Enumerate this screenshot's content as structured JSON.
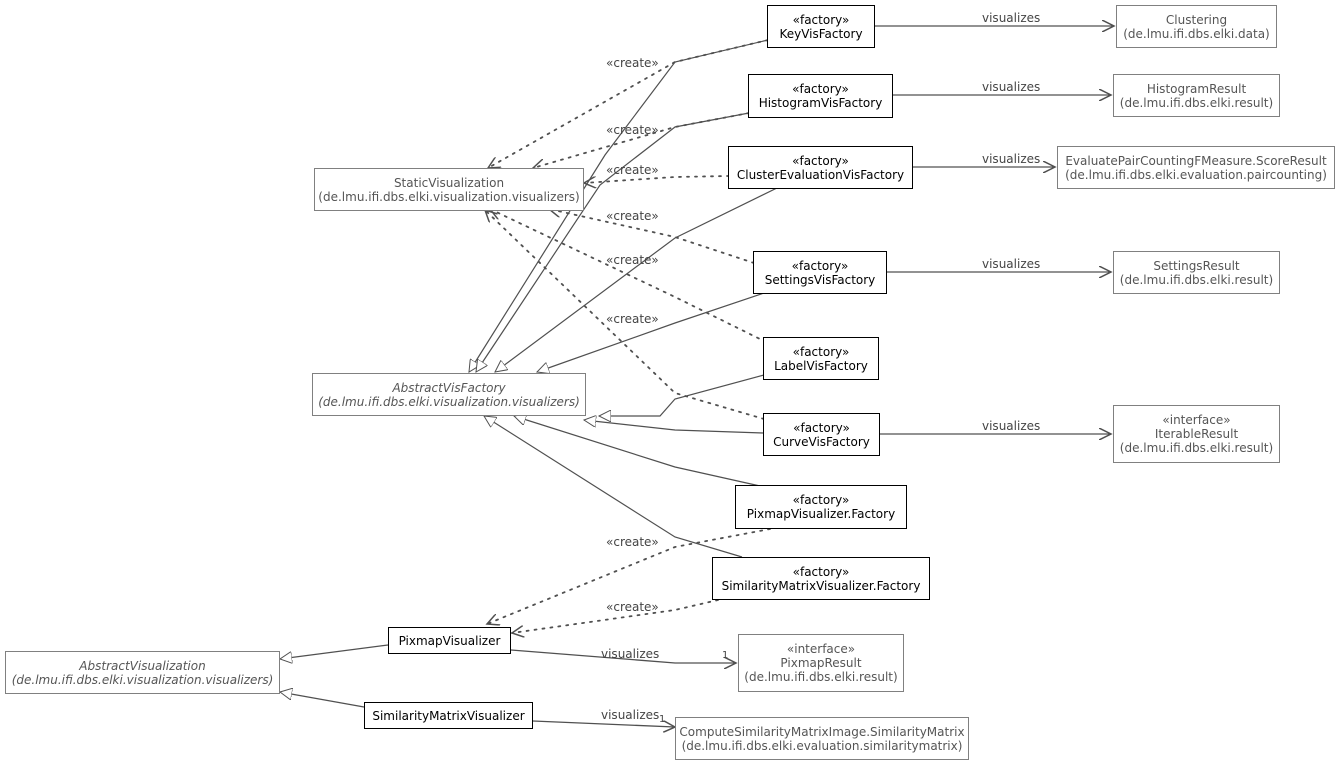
{
  "nodes": {
    "keyvis": {
      "stereotype": "«factory»",
      "name": "KeyVisFactory"
    },
    "histvis": {
      "stereotype": "«factory»",
      "name": "HistogramVisFactory"
    },
    "clusteval": {
      "stereotype": "«factory»",
      "name": "ClusterEvaluationVisFactory"
    },
    "settingsvis": {
      "stereotype": "«factory»",
      "name": "SettingsVisFactory"
    },
    "labelvis": {
      "stereotype": "«factory»",
      "name": "LabelVisFactory"
    },
    "curvevis": {
      "stereotype": "«factory»",
      "name": "CurveVisFactory"
    },
    "pixmapfactory": {
      "stereotype": "«factory»",
      "name": "PixmapVisualizer.Factory"
    },
    "simfactory": {
      "stereotype": "«factory»",
      "name": "SimilarityMatrixVisualizer.Factory"
    },
    "clustering": {
      "name": "Clustering",
      "package": "(de.lmu.ifi.dbs.elki.data)"
    },
    "histresult": {
      "name": "HistogramResult",
      "package": "(de.lmu.ifi.dbs.elki.result)"
    },
    "scoreresult": {
      "name": "EvaluatePairCountingFMeasure.ScoreResult",
      "package": "(de.lmu.ifi.dbs.elki.evaluation.paircounting)"
    },
    "settingsresult": {
      "name": "SettingsResult",
      "package": "(de.lmu.ifi.dbs.elki.result)"
    },
    "iterable": {
      "stereotype": "«interface»",
      "name": "IterableResult",
      "package": "(de.lmu.ifi.dbs.elki.result)"
    },
    "staticvis": {
      "name": "StaticVisualization",
      "package": "(de.lmu.ifi.dbs.elki.visualization.visualizers)"
    },
    "abstractvisfactory": {
      "name": "AbstractVisFactory",
      "package": "(de.lmu.ifi.dbs.elki.visualization.visualizers)"
    },
    "pixmapvis": {
      "name": "PixmapVisualizer"
    },
    "simvis": {
      "name": "SimilarityMatrixVisualizer"
    },
    "abstractvisualization": {
      "name": "AbstractVisualization",
      "package": "(de.lmu.ifi.dbs.elki.visualization.visualizers)"
    },
    "pixmapresult": {
      "stereotype": "«interface»",
      "name": "PixmapResult",
      "package": "(de.lmu.ifi.dbs.elki.result)"
    },
    "simmatrix": {
      "name": "ComputeSimilarityMatrixImage.SimilarityMatrix",
      "package": "(de.lmu.ifi.dbs.elki.evaluation.similaritymatrix)"
    }
  },
  "labels": {
    "visualizes": "visualizes",
    "create": "«create»",
    "multiplicity_one": "1"
  },
  "colors": {
    "main_border": "#000000",
    "ext_border": "#808080",
    "edge": "#505050"
  }
}
